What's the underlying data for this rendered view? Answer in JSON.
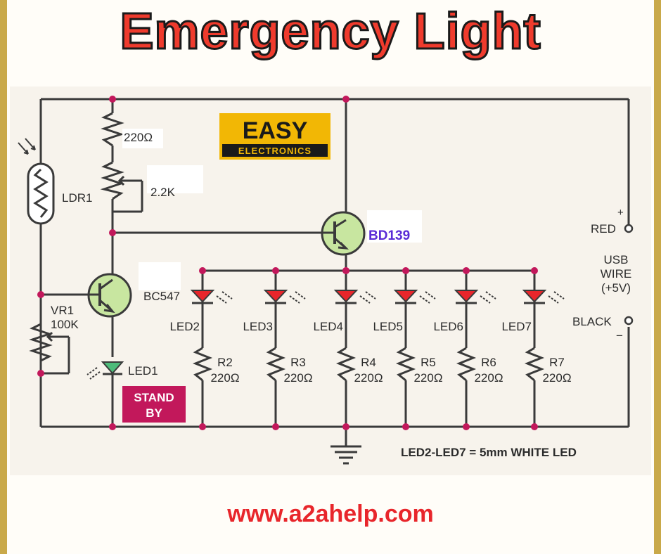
{
  "title": "Emergency Light",
  "logo": {
    "line1": "EASY",
    "line2": "ELECTRONICS",
    "bg": "#f2b705",
    "fg": "#1a1a1a"
  },
  "labels": {
    "r1_value": "220Ω",
    "pot_value": "2.2K",
    "ldr": "LDR1",
    "vr_name": "VR1",
    "vr_value": "100K",
    "q1": "BC547",
    "q2": "BD139",
    "led1": "LED1",
    "standby_line1": "STAND",
    "standby_line2": "BY",
    "red_plus": "+",
    "red": "RED",
    "usb1": "USB",
    "usb2": "WIRE",
    "usb3": "(+5V)",
    "black": "BLACK",
    "black_minus": "−",
    "note": "LED2-LED7 = 5mm WHITE LED"
  },
  "led_columns": [
    {
      "led": "LED2",
      "res": "R2",
      "val": "220Ω"
    },
    {
      "led": "LED3",
      "res": "R3",
      "val": "220Ω"
    },
    {
      "led": "LED4",
      "res": "R4",
      "val": "220Ω"
    },
    {
      "led": "LED5",
      "res": "R5",
      "val": "220Ω"
    },
    {
      "led": "LED6",
      "res": "R6",
      "val": "220Ω"
    },
    {
      "led": "LED7",
      "res": "R7",
      "val": "220Ω"
    }
  ],
  "footer_url": "www.a2ahelp.com",
  "colors": {
    "title": "#ef3b2d",
    "wire": "#3a3a3a",
    "led": "#e8262b",
    "transistor": "#c8e6a0",
    "standby": "#c2185b",
    "bd139": "#5a2bd6",
    "url": "#e8262b",
    "green_led": "#4dbb7a"
  }
}
